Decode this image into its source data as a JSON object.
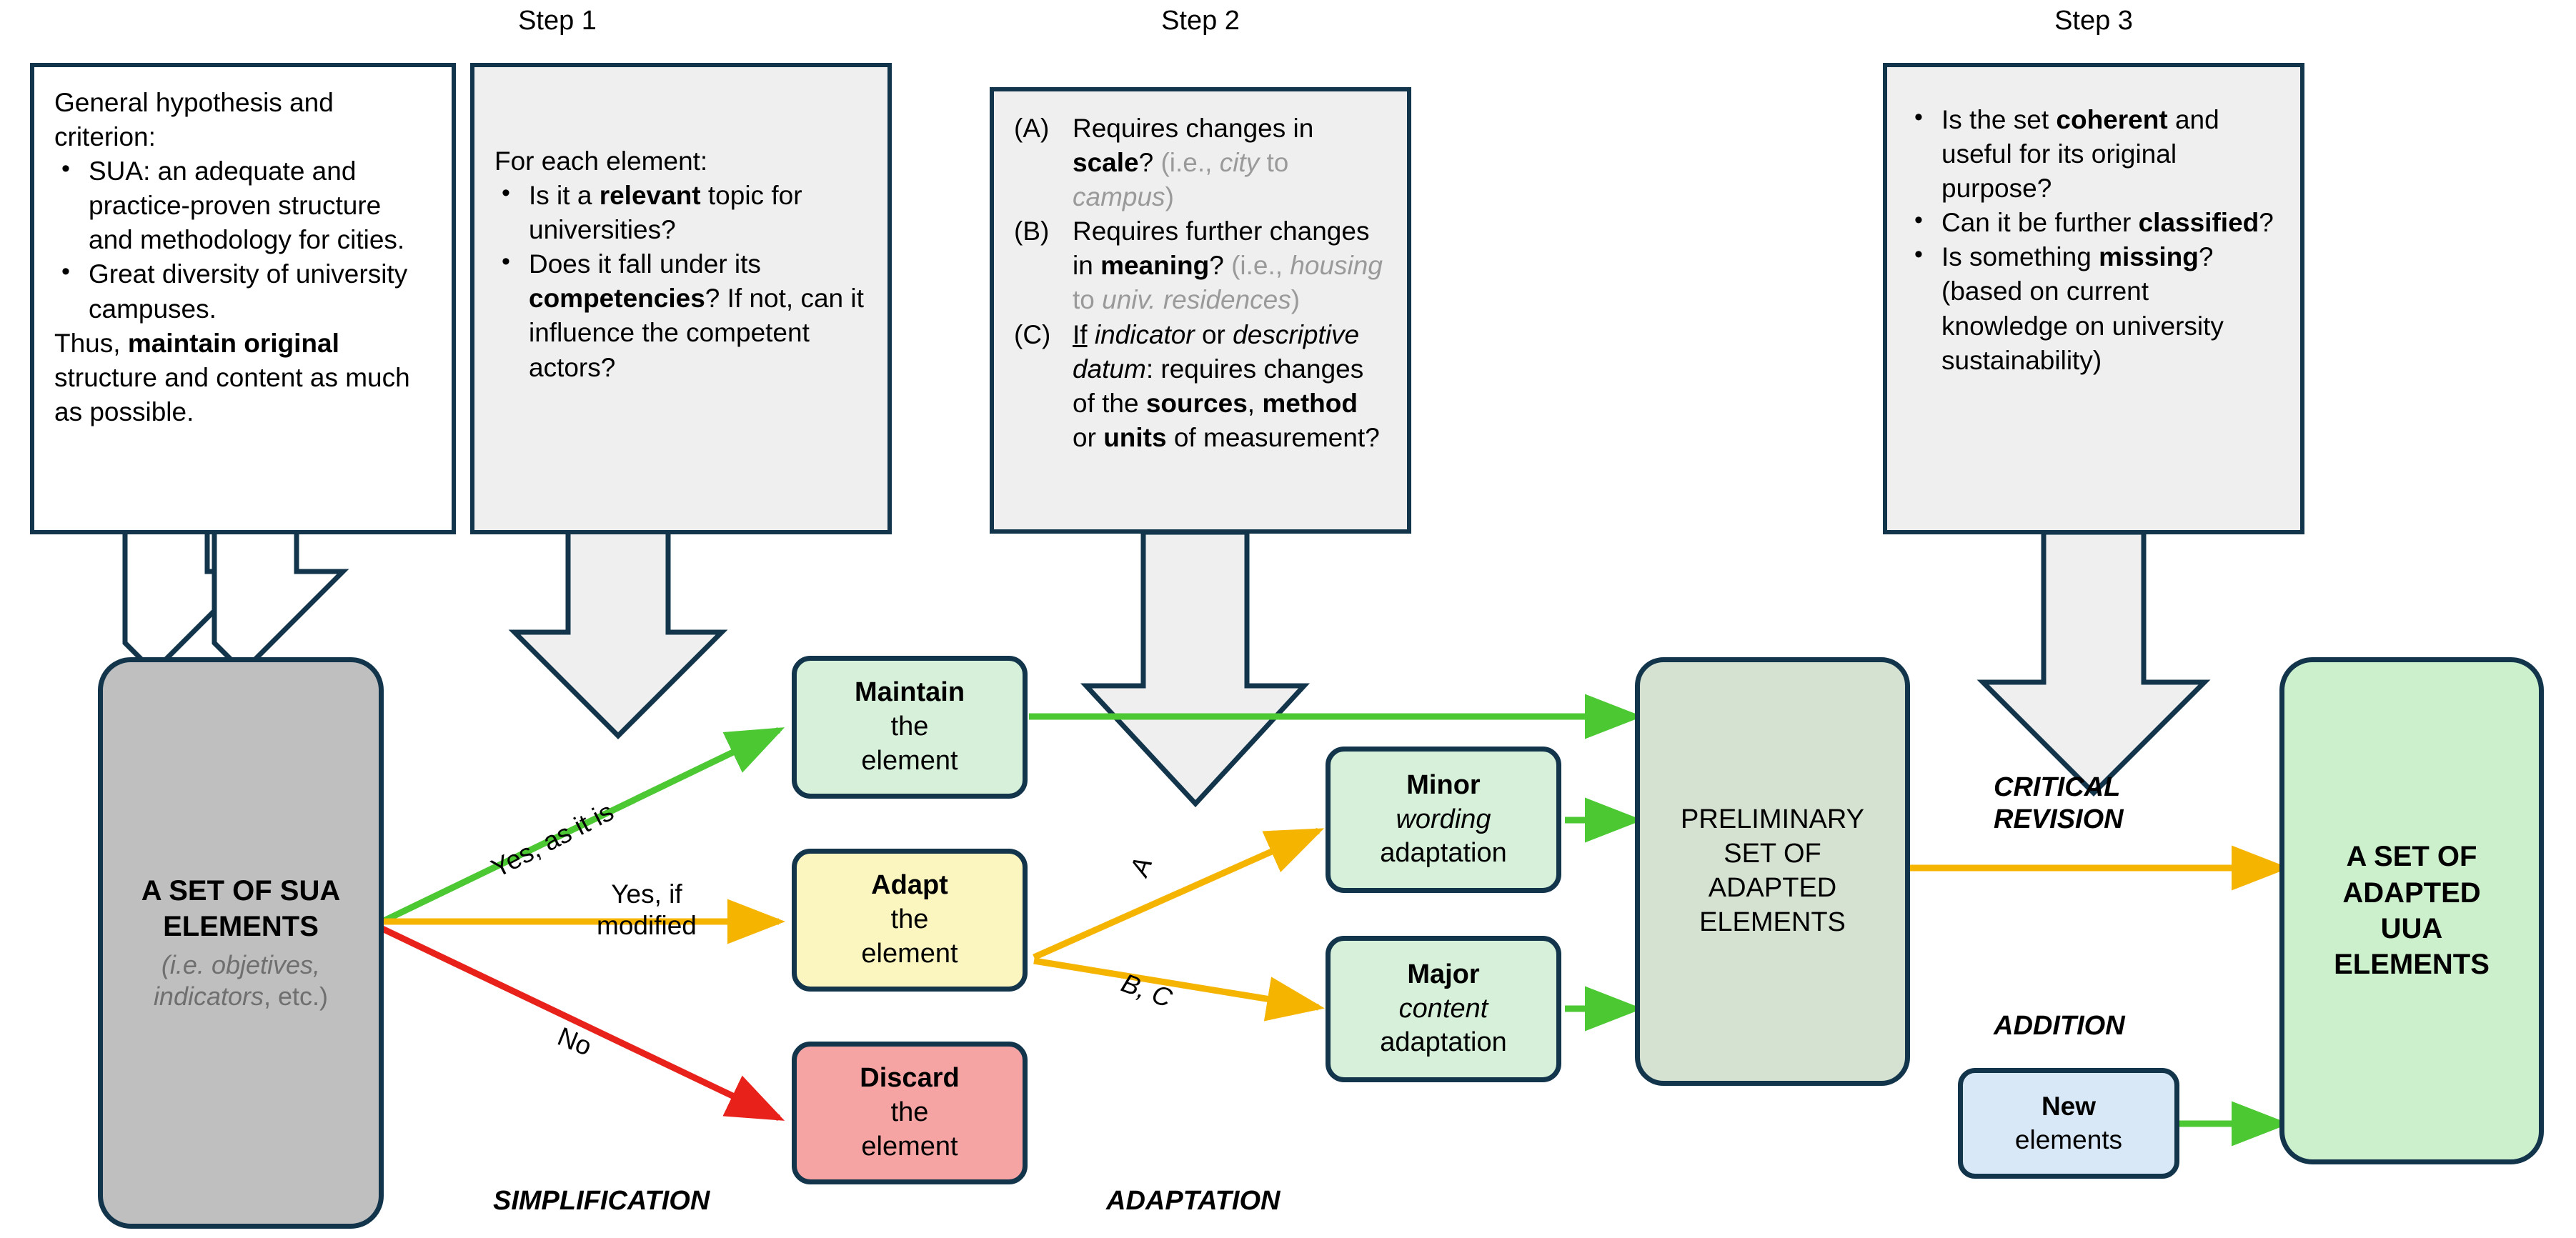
{
  "steps": {
    "step1_title": "Step 1",
    "step2_title": "Step 2",
    "step3_title": "Step 3"
  },
  "hypothesis_box": {
    "heading": "General hypothesis and criterion:",
    "bullets": [
      "SUA: an adequate and practice-proven structure and methodology for cities.",
      "Great diversity of university campuses."
    ],
    "closing_prefix": "Thus, ",
    "closing_bold": "maintain original",
    "closing_suffix": " structure and content as much as possible."
  },
  "step1_box": {
    "heading": "For each element:",
    "bullets": [
      {
        "pre": "Is it a ",
        "bold": "relevant",
        "post": " topic for universities?"
      },
      {
        "pre": "Does it fall under its ",
        "bold": "competencies",
        "post": "? If not, can it influence the competent actors?"
      }
    ]
  },
  "step2_box": {
    "items": [
      {
        "letter": "(A)",
        "text": "Requires changes in scale? (i.e., city to campus)"
      },
      {
        "letter": "(B)",
        "text": "Requires further changes in meaning? (i.e., housing to univ. residences)"
      },
      {
        "letter": "(C)",
        "text": "If indicator or descriptive datum: requires changes of the sources, method or units of measurement?"
      }
    ]
  },
  "step3_box": {
    "bullets": [
      {
        "pre": "Is the set ",
        "bold": "coherent",
        "post": " and useful for its original purpose?"
      },
      {
        "pre": "Can it be further ",
        "bold": "classified",
        "post": "?"
      },
      {
        "pre": "Is something ",
        "bold": "missing",
        "post": "? (based on current knowledge on university sustainability)"
      }
    ]
  },
  "nodes": {
    "sua": {
      "title": "A SET OF SUA ELEMENTS",
      "subtitle": "(i.e. objetives, indicators, etc.)"
    },
    "maintain": {
      "bold": "Maintain",
      "rest": "the element"
    },
    "adapt": {
      "bold": "Adapt",
      "rest": "the element"
    },
    "discard": {
      "bold": "Discard",
      "rest": "the element"
    },
    "minor": {
      "bold": "Minor",
      "italic": "wording",
      "rest": "adaptation"
    },
    "major": {
      "bold": "Major",
      "italic": "content",
      "rest": "adaptation"
    },
    "preliminary": {
      "label": "PRELIMINARY SET OF ADAPTED ELEMENTS"
    },
    "uua": {
      "label": "A SET OF ADAPTED UUA ELEMENTS"
    },
    "new_elements": {
      "bold": "New",
      "rest": "elements"
    }
  },
  "edge_labels": {
    "yes_as_it_is": "Yes, as it is",
    "yes_if_modified_l1": "Yes, if",
    "yes_if_modified_l2": "modified",
    "no": "No",
    "branch_a": "A",
    "branch_bc": "B, C"
  },
  "phase_labels": {
    "simplification": "SIMPLIFICATION",
    "adaptation": "ADAPTATION",
    "critical_revision_l1": "CRITICAL",
    "critical_revision_l2": "REVISION",
    "addition": "ADDITION"
  },
  "colors": {
    "outline": "#12354b",
    "green_arrow": "#4bc832",
    "amber_arrow": "#f5b400",
    "red_arrow": "#e8221b",
    "gray_fill": "#efefef",
    "sua_fill": "#bfbfbf",
    "maintain_fill": "#d7f0d9",
    "adapt_fill": "#fbf6c0",
    "discard_fill": "#f5a3a3",
    "prelim_fill": "#d5e2d2",
    "uua_fill": "#ccf0cc",
    "new_fill": "#d8e8f6"
  }
}
